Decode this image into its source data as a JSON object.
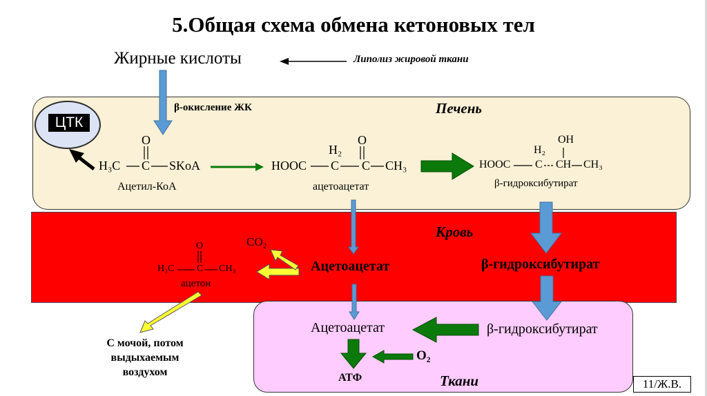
{
  "title": "5.Общая схема обмена кетоновых тел",
  "top": {
    "fatty_acids": "Жирные кислоты",
    "lipolysis": "Липолиз жировой ткани",
    "beta_oxidation": "β-окисление ЖК"
  },
  "liver": {
    "label": "Печень",
    "cycle": "ЦТК",
    "acetyl_coa": {
      "left": "H₃C",
      "center": "C",
      "right": "SKoA",
      "top": "O",
      "name": "Ацетил-КоА"
    },
    "acetoacetate": {
      "left": "HOOC",
      "c1": "C",
      "c1_top": "H₂",
      "c2": "C",
      "c2_top": "O",
      "right": "CH₃",
      "name": "ацетоацетат"
    },
    "hydroxybutyrate": {
      "left": "HOOC",
      "c1": "C",
      "c1_top": "H₂",
      "c2": "CH",
      "c2_top": "OH",
      "right": "CH₃",
      "name": "β-гидроксибутират"
    }
  },
  "blood": {
    "label": "Кровь",
    "acetoacetate": "Ацетоацетат",
    "hydroxybutyrate": "β-гидроксибутират",
    "co2": "CO₂",
    "acetone": {
      "left": "H₃C",
      "center": "C",
      "right": "CH₃",
      "top": "O",
      "name": "ацетон"
    },
    "exhaled": [
      "С мочой, потом",
      "выдыхаемым",
      "воздухом"
    ]
  },
  "tissues": {
    "label": "Ткани",
    "acetoacetate": "Ацетоацетат",
    "hydroxybutyrate": "β-гидроксибутират",
    "o2": "O₂",
    "atp": "АТФ"
  },
  "page_number": "11/Ж.В.",
  "colors": {
    "liver_fill": "#fbf1d6",
    "blood_fill": "#ff0000",
    "tissue_fill": "#ffccff",
    "cycle_fill": "#dbe3f4",
    "blue_arrow": "#5b9bd5",
    "green_arrow": "#0b7a0b",
    "yellow_arrow": "#ffff33"
  }
}
